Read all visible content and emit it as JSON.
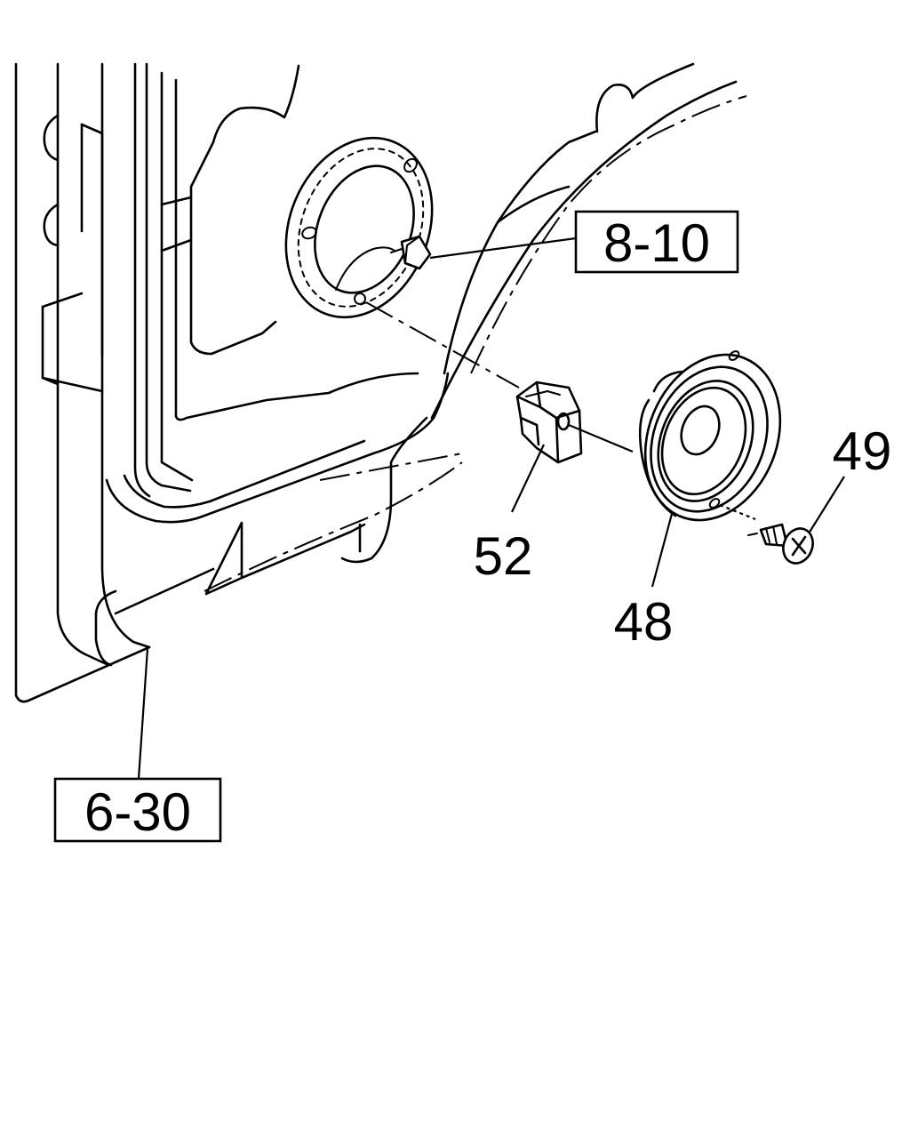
{
  "callouts": {
    "ref_top": "8-10",
    "ref_bottom": "6-30",
    "part_clip": "52",
    "part_speaker": "48",
    "part_screw": "49"
  }
}
